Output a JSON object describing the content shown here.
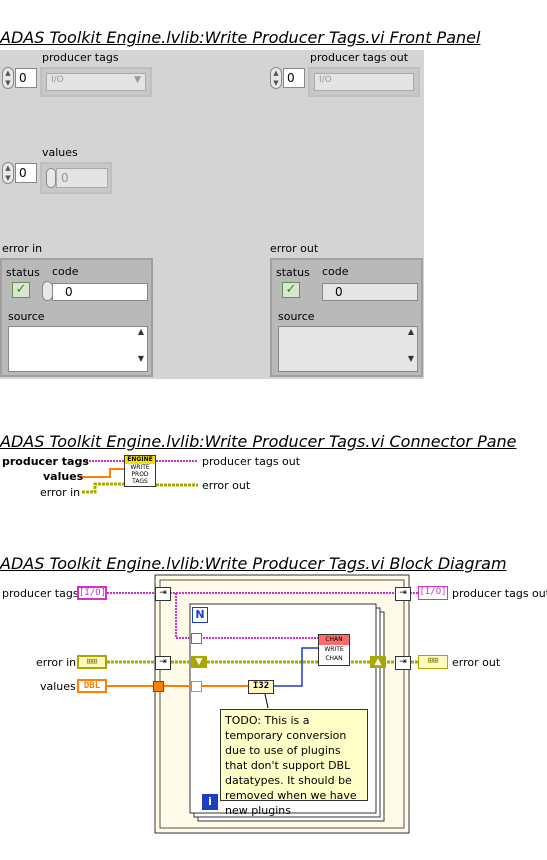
{
  "front_panel": {
    "heading": "ADAS Toolkit Engine.lvlib:Write Producer Tags.vi Front Panel",
    "producer_tags": {
      "label": "producer tags",
      "index": "0",
      "element": "I/O"
    },
    "producer_tags_out": {
      "label": "producer tags out",
      "index": "0",
      "element": "I/O"
    },
    "values": {
      "label": "values",
      "index": "0",
      "element": "0"
    },
    "error_in": {
      "label": "error in",
      "status_label": "status",
      "code_label": "code",
      "code_value": "0",
      "source_label": "source"
    },
    "error_out": {
      "label": "error out",
      "status_label": "status",
      "code_label": "code",
      "code_value": "0",
      "source_label": "source"
    }
  },
  "connector_pane": {
    "heading": "ADAS Toolkit Engine.lvlib:Write Producer Tags.vi Connector Pane",
    "inputs": [
      "producer tags",
      "values",
      "error in"
    ],
    "outputs": [
      "producer tags out",
      "error out"
    ],
    "icon_lines": [
      "ENGINE",
      "WRITE",
      "PROD",
      "TAGS"
    ]
  },
  "block_diagram": {
    "heading": "ADAS Toolkit Engine.lvlib:Write Producer Tags.vi Block Diagram",
    "terminals": {
      "producer_tags": "producer tags",
      "producer_tags_tag": "[I/O]",
      "error_in": "error in",
      "values": "values",
      "values_tag": "DBL",
      "producer_tags_out": "producer tags out",
      "producer_tags_out_tag": "[I/O]",
      "error_out": "error out"
    },
    "loop_count": "N",
    "loop_index": "i",
    "conversion": "I32",
    "subvi_lines": [
      "CHAN",
      "WRITE",
      "CHAN"
    ],
    "comment": "TODO: This is a temporary conversion due to use of plugins that don't support DBL datatypes. It should be removed when we have new plugins",
    "colors": {
      "string_wire": "#cc33cc",
      "error_wire": "#a8a800",
      "dbl_wire": "#ff7f00",
      "i32_wire": "#1c3fbf"
    }
  }
}
